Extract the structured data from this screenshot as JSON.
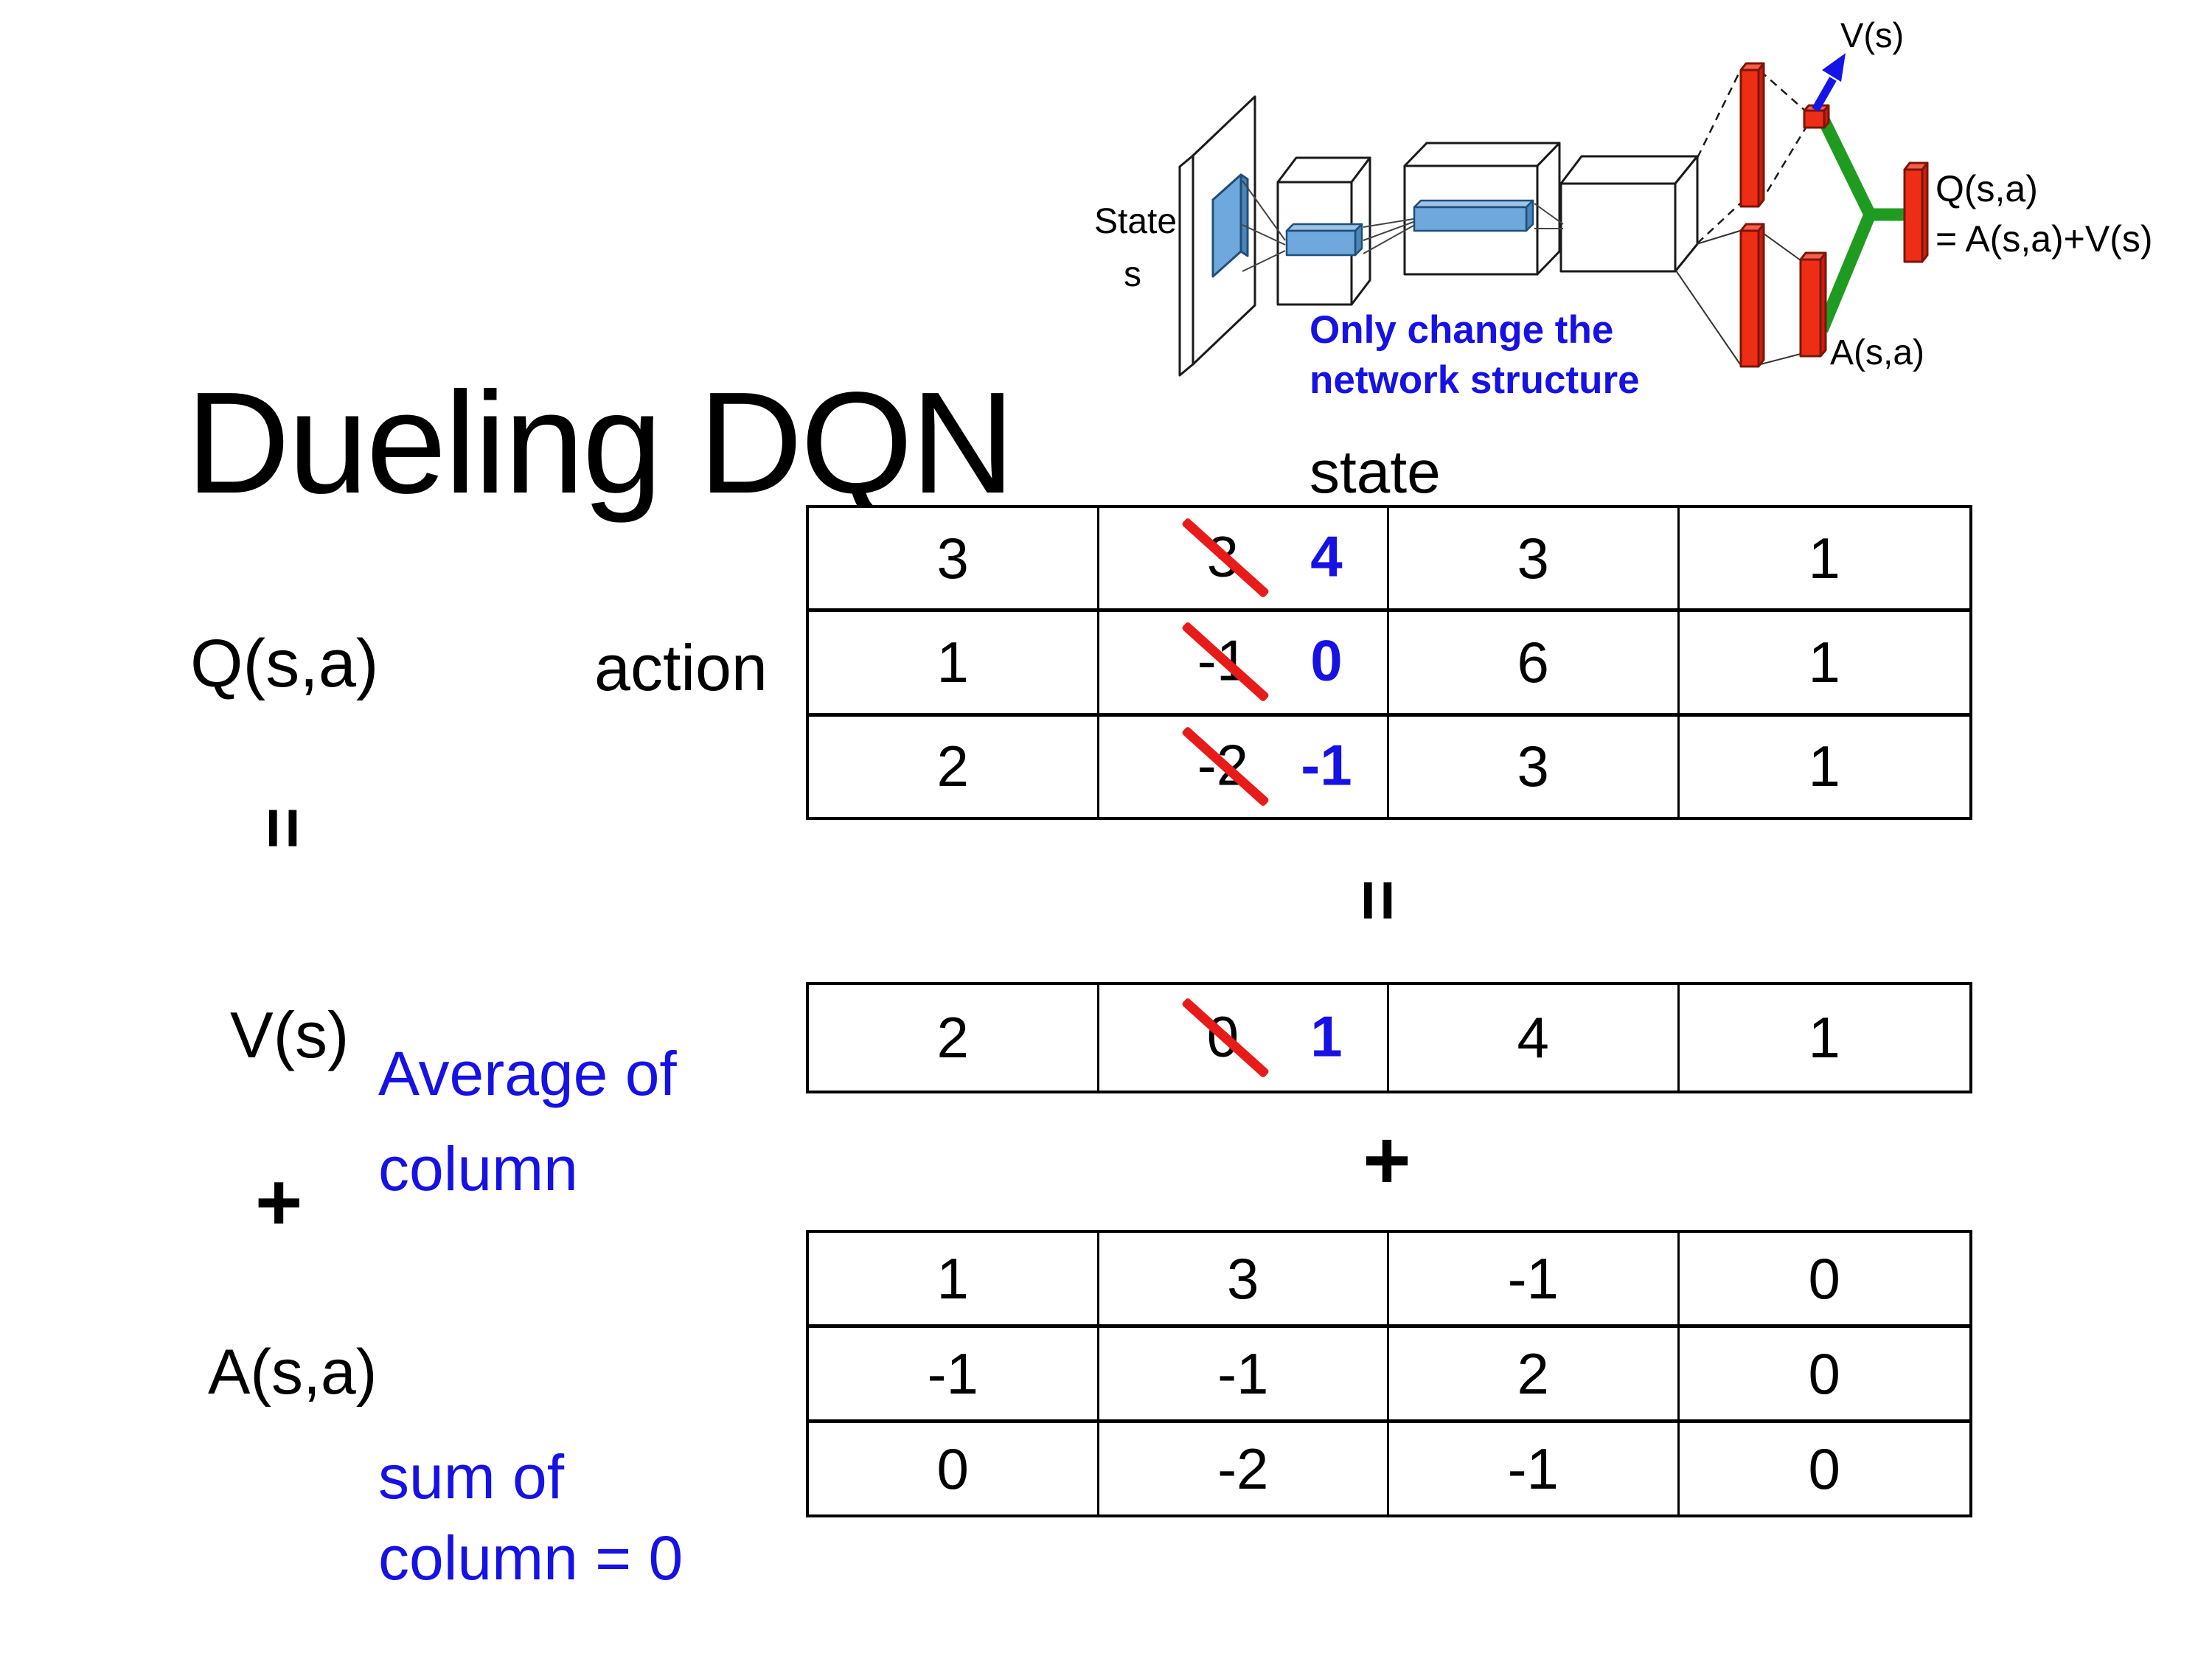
{
  "slide": {
    "title": "Dueling DQN"
  },
  "colors": {
    "accent_blue": "#1612e3",
    "strike_red": "#e81b1b",
    "bar_red": "#ee2e14",
    "link_green": "#1f9b21",
    "feature_blue": "#6fa8dc",
    "text_black": "#000000"
  },
  "diagram": {
    "state_line1": "State",
    "state_line2": "s",
    "caption_line1": "Only change the",
    "caption_line2": "network structure",
    "v_out_label": "V(s)",
    "q_out_label": "Q(s,a)",
    "q_out_formula": "= A(s,a)+V(s)",
    "a_out_label": "A(s,a)"
  },
  "equation": {
    "q_label": "Q(s,a)",
    "state_header": "state",
    "action_header": "action",
    "equals_sign": "=",
    "plus_sign": "+",
    "v_label": "V(s)",
    "v_note_line1": "Average of",
    "v_note_line2": "column",
    "a_label": "A(s,a)",
    "a_note_line1": "sum of",
    "a_note_line2": "column = 0"
  },
  "q_table": {
    "rows": [
      [
        {
          "v": "3"
        },
        {
          "v": "3",
          "new": "4"
        },
        {
          "v": "3"
        },
        {
          "v": "1"
        }
      ],
      [
        {
          "v": "1"
        },
        {
          "v": "-1",
          "new": "0"
        },
        {
          "v": "6"
        },
        {
          "v": "1"
        }
      ],
      [
        {
          "v": "2"
        },
        {
          "v": "-2",
          "new": "-1"
        },
        {
          "v": "3"
        },
        {
          "v": "1"
        }
      ]
    ]
  },
  "v_table": {
    "rows": [
      [
        {
          "v": "2"
        },
        {
          "v": "0",
          "new": "1"
        },
        {
          "v": "4"
        },
        {
          "v": "1"
        }
      ]
    ]
  },
  "a_table": {
    "rows": [
      [
        {
          "v": "1"
        },
        {
          "v": "3"
        },
        {
          "v": "-1"
        },
        {
          "v": "0"
        }
      ],
      [
        {
          "v": "-1"
        },
        {
          "v": "-1"
        },
        {
          "v": "2"
        },
        {
          "v": "0"
        }
      ],
      [
        {
          "v": "0"
        },
        {
          "v": "-2"
        },
        {
          "v": "-1"
        },
        {
          "v": "0"
        }
      ]
    ]
  }
}
